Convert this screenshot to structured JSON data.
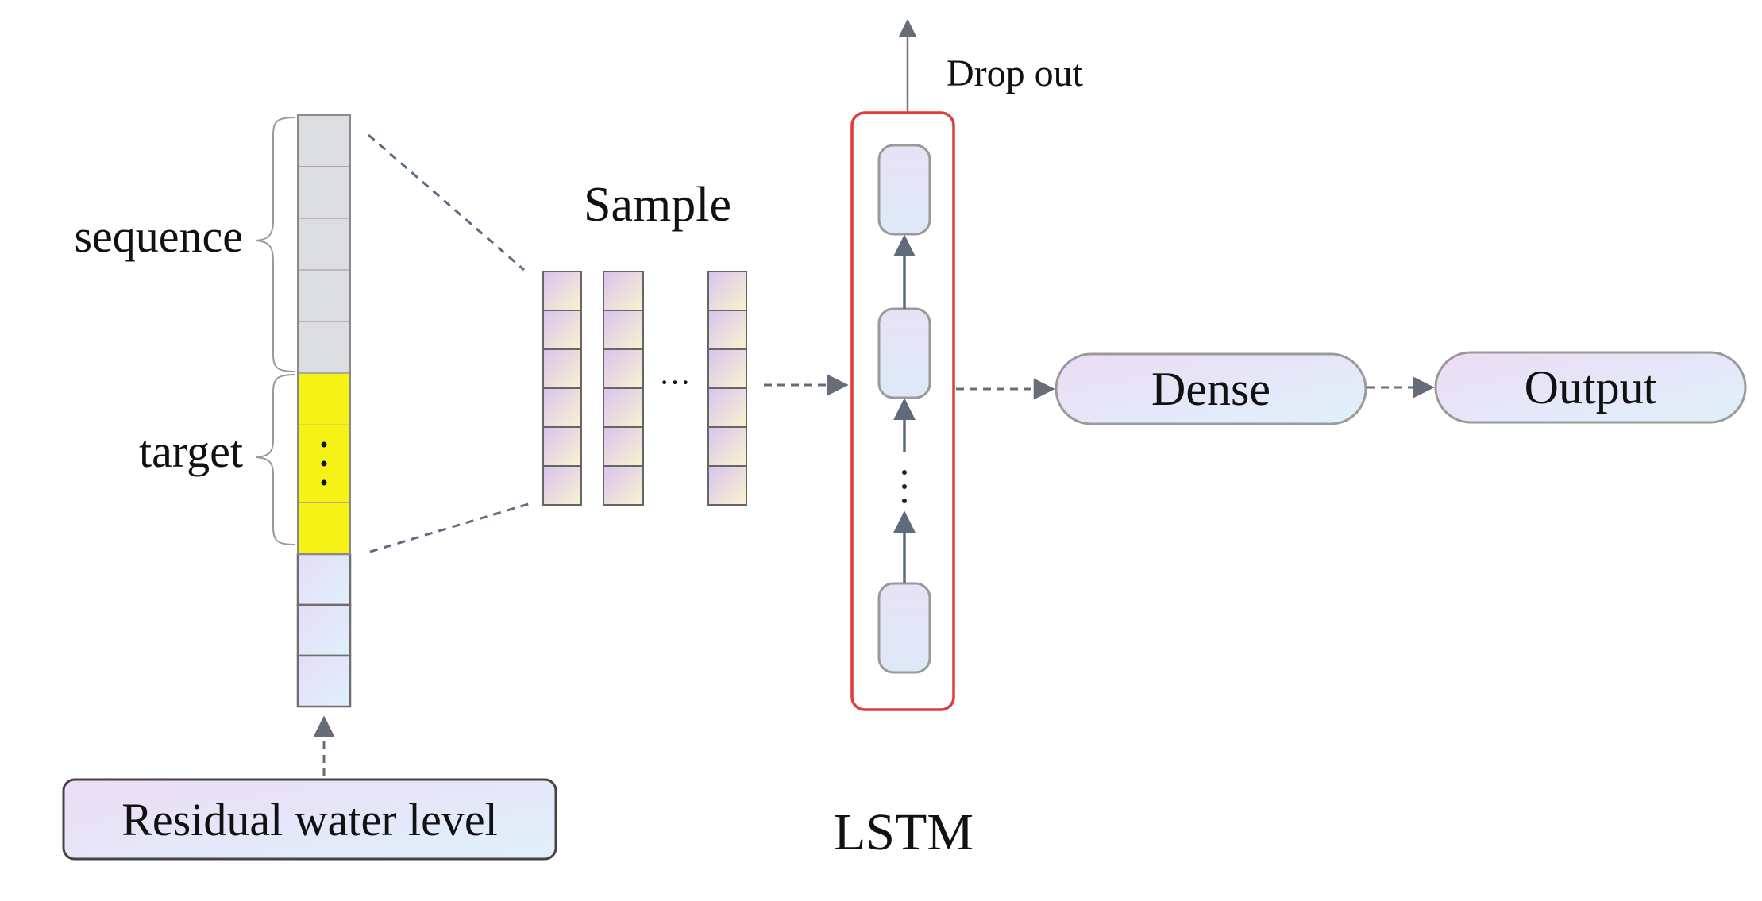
{
  "labels": {
    "sequence": "sequence",
    "target": "target",
    "sample": "Sample",
    "drop_out": "Drop out",
    "lstm": "LSTM",
    "dense": "Dense",
    "output": "Output",
    "residual_water_level": "Residual water level",
    "ellipsis": "···"
  },
  "colors": {
    "sequence_cell": "#dcdde1",
    "target_cell": "#f7f215",
    "rest_cell_from": "#e6ddf6",
    "rest_cell_to": "#dff0fb",
    "sample_cell_from": "#dcc8ee",
    "sample_cell_to": "#f8f0d2",
    "box_from": "#ecdcf5",
    "box_to": "#dff1fb",
    "lstm_frame": "#e03a3a",
    "outline": "#7a7a7a",
    "arrow": "#5f6b7c"
  }
}
